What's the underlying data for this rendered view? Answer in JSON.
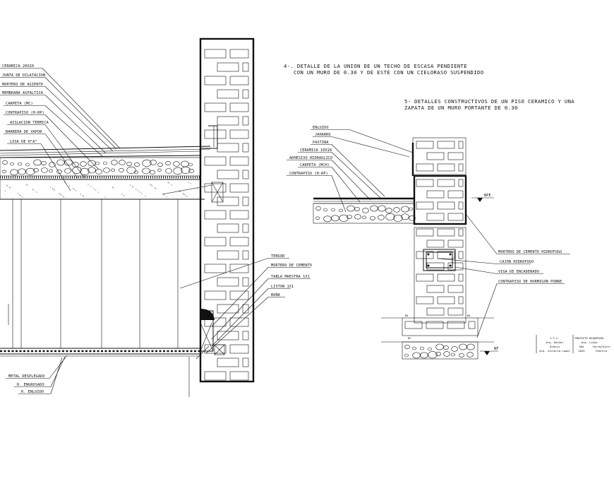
{
  "detail4": {
    "title_line1": "4-. DETALLE DE LA UNION DE UN TECHO DE ESCASA PENDIENTE",
    "title_line2": "CON UN MURO DE 0.30 Y DE ESTE CON UN CIELORASO SUSPENDIDO",
    "left_labels": [
      "CERAMICA 20X20",
      "JUNTA DE DILATACION",
      "MORTERO DE ASIENTO",
      "MEMBRANA ASFALTICA",
      "CARPETA (MC)",
      "CONTRAPISO (H-RP)",
      "AISLACION TERMICA",
      "BARRERA DE VAPOR",
      "LOSA DE H°A°"
    ],
    "right_labels": [
      "TENSOR",
      "MORTERO DE CEMENTO",
      "TABLA MAESTRA 1X1",
      "LISTON 1X1",
      "BUÑA"
    ],
    "bottom_labels": [
      "METAL DESPLEGADO",
      "R. ENGROSADO",
      "R. ENLUIDO"
    ]
  },
  "detail5": {
    "title_line1": "5- DETALLES CONSTRUCTIVOS DE UN PISO CERAMICO Y UNA",
    "title_line2": "ZAPATA DE UN MURO PORTANTE DE 0.30",
    "left_labels": [
      "ENLUIDO",
      "JAHARRO",
      "PASTINA",
      "CERAMICA 10X18",
      "ADHESIVO HIDRAULICO",
      "CARPETA (MCH)",
      "CONTRAPISO (H-RP)"
    ],
    "right_labels": [
      "MORTERO DE CEMENTO HIDROFUGO",
      "CAJON HIDROFUGO",
      "VIGA DE ENCADENADO",
      "CONTRAPISO DE HORMIGON POBRE"
    ],
    "level_labels": [
      "NPE",
      "NF"
    ],
    "small_marks": [
      "Ø4",
      "Ø4",
      "Ø7"
    ]
  },
  "title_block": {
    "col1": [
      "I.T.C.",
      "Arq. Rafael",
      "Dibujo",
      "Arq. Victoria Lopez"
    ],
    "col2": [
      "PROYECTO REQUERIDO",
      "Arq. Lidio",
      "Año",
      "2024"
    ],
    "col3": [
      "",
      "",
      "Carta/Sucre",
      "Febrero"
    ]
  }
}
